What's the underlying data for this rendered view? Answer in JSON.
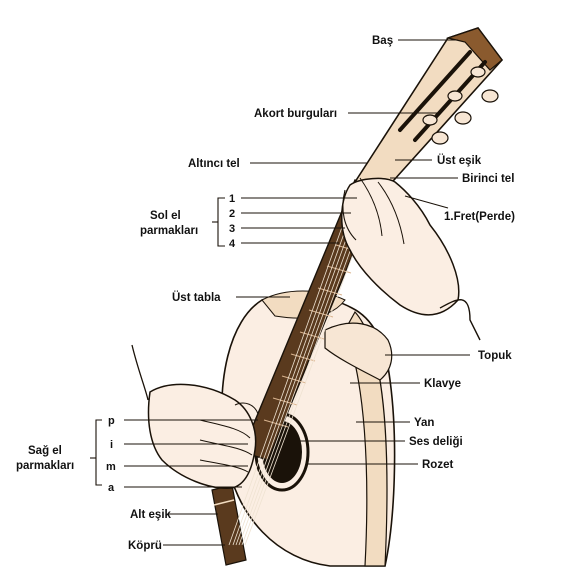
{
  "colors": {
    "ink": "#1a1209",
    "wood": "#f2dcc1",
    "wood_dark": "#8a5a2e",
    "skin": "#fbeee3",
    "neck": "#5a3a1e",
    "background": "#ffffff"
  },
  "labels": {
    "bas": "Baş",
    "akort_burgulari": "Akort burguları",
    "ust_esik": "Üst eşik",
    "altinci_tel": "Altıncı tel",
    "birinci_tel": "Birinci tel",
    "fret": "1.Fret(Perde)",
    "sol_el_line1": "Sol el",
    "sol_el_line2": "parmakları",
    "ust_tabla": "Üst tabla",
    "topuk": "Topuk",
    "klavye": "Klavye",
    "yan": "Yan",
    "ses_deligi": "Ses deliği",
    "rozet": "Rozet",
    "sag_el_line1": "Sağ el",
    "sag_el_line2": "parmakları",
    "alt_esik": "Alt eşik",
    "kopru": "Köprü"
  },
  "left_fingers": [
    "1",
    "2",
    "3",
    "4"
  ],
  "right_fingers": [
    "p",
    "i",
    "m",
    "a"
  ]
}
